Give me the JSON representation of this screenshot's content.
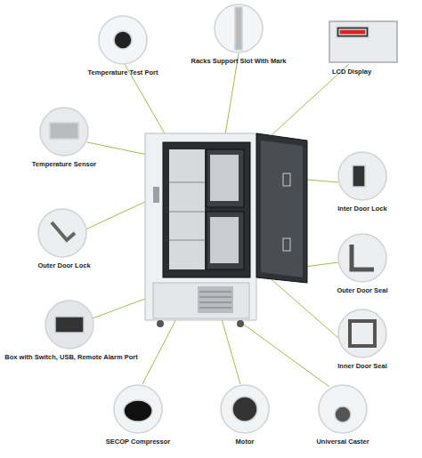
{
  "diagram": {
    "labels": [
      "Temperature Test Port",
      "Racks Support Slot With Mark",
      "LCD Display",
      "Temperature Sensor",
      "Inter Door Lock",
      "Outer Door Lock",
      "Outer Door Seal",
      "Box with Switch, USB, Remote Alarm Port",
      "Inner Door Seal",
      "SECOP Compressor",
      "Motor",
      "Universal Caster"
    ]
  }
}
